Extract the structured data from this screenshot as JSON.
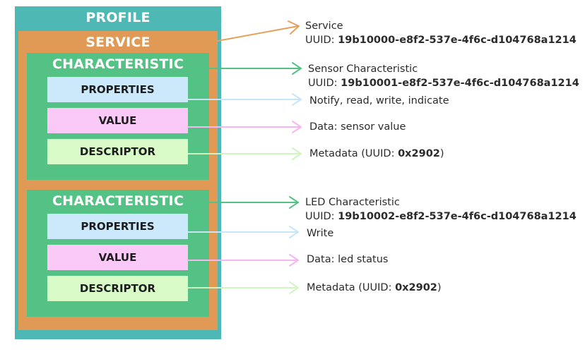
{
  "colors": {
    "profile": "#4db8b4",
    "service": "#e09a55",
    "characteristic": "#55c285",
    "properties": "#cbe9fb",
    "value": "#fbc9f7",
    "descriptor": "#d8fbc8",
    "arrow_service": "#e6a05c",
    "arrow_characteristic": "#55c285",
    "arrow_properties": "#c7e6f8",
    "arrow_value": "#f7b6ef",
    "arrow_descriptor": "#cff5c0"
  },
  "profile": {
    "label": "PROFILE"
  },
  "service": {
    "label": "SERVICE"
  },
  "characteristics": [
    {
      "label": "CHARACTERISTIC",
      "properties_label": "PROPERTIES",
      "value_label": "VALUE",
      "descriptor_label": "DESCRIPTOR"
    },
    {
      "label": "CHARACTERISTIC",
      "properties_label": "PROPERTIES",
      "value_label": "VALUE",
      "descriptor_label": "DESCRIPTOR"
    }
  ],
  "annotations": {
    "service": {
      "title": "Service",
      "uuid_prefix": "UUID: ",
      "uuid": "19b10000-e8f2-537e-4f6c-d104768a1214"
    },
    "char1": {
      "title": "Sensor Characteristic",
      "uuid_prefix": "UUID: ",
      "uuid": "19b10001-e8f2-537e-4f6c-d104768a1214"
    },
    "char1_properties": "Notify, read, write, indicate",
    "char1_value": "Data: sensor value",
    "char1_descriptor_prefix": "Metadata (UUID: ",
    "char1_descriptor_code": "0x2902",
    "char1_descriptor_suffix": ")",
    "char2": {
      "title": "LED Characteristic",
      "uuid_prefix": "UUID: ",
      "uuid": "19b10002-e8f2-537e-4f6c-d104768a1214"
    },
    "char2_properties": "Write",
    "char2_value": "Data: led status",
    "char2_descriptor_prefix": "Metadata (UUID: ",
    "char2_descriptor_code": "0x2902",
    "char2_descriptor_suffix": ")"
  }
}
